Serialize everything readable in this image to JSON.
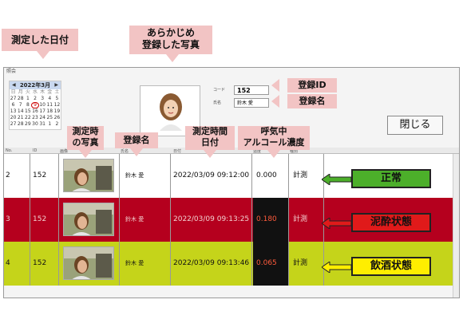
{
  "callouts": {
    "date": "測定した日付",
    "registered_photo": "あらかじめ\n登録した写真",
    "reg_id": "登録ID",
    "reg_name": "登録名",
    "measure_photo": "測定時\nの写真",
    "name": "登録名",
    "datetime": "測定時間\n日付",
    "alcohol": "呼気中\nアルコール濃度"
  },
  "window": {
    "title": "照会",
    "calendar": {
      "month": "2022年3月",
      "prev": "◀",
      "next": "▶",
      "dow": [
        "日",
        "月",
        "火",
        "水",
        "木",
        "金",
        "土"
      ],
      "days": [
        "27",
        "28",
        "1",
        "2",
        "3",
        "4",
        "5",
        "6",
        "7",
        "8",
        "9",
        "10",
        "11",
        "12",
        "13",
        "14",
        "15",
        "16",
        "17",
        "18",
        "19",
        "20",
        "21",
        "22",
        "23",
        "24",
        "25",
        "26",
        "27",
        "28",
        "29",
        "30",
        "31",
        "1",
        "2"
      ],
      "selected": "9"
    },
    "code_label": "コード",
    "code_value": "152",
    "name_label": "氏名",
    "name_value": "鈴木 愛",
    "close_button": "閉じる",
    "grid_headers": [
      "No.",
      "ID",
      "画像",
      "氏名",
      "日付",
      "濃度",
      "種別"
    ],
    "rows": [
      {
        "no": "2",
        "id": "152",
        "name": "鈴木 愛",
        "datetime": "2022/03/09 09:12:00",
        "value": "0.000",
        "type": "計測",
        "status": "正常",
        "row_color": "#ffffff",
        "status_color": "#4caf2a"
      },
      {
        "no": "3",
        "id": "152",
        "name": "鈴木 愛",
        "datetime": "2022/03/09 09:13:25",
        "value": "0.180",
        "type": "計測",
        "status": "泥酔状態",
        "row_color": "#b5001e",
        "status_color": "#e01a1a"
      },
      {
        "no": "4",
        "id": "152",
        "name": "鈴木 愛",
        "datetime": "2022/03/09 09:13:46",
        "value": "0.065",
        "type": "計測",
        "status": "飲酒状態",
        "row_color": "#c5d41a",
        "status_color": "#ffee00"
      }
    ]
  }
}
